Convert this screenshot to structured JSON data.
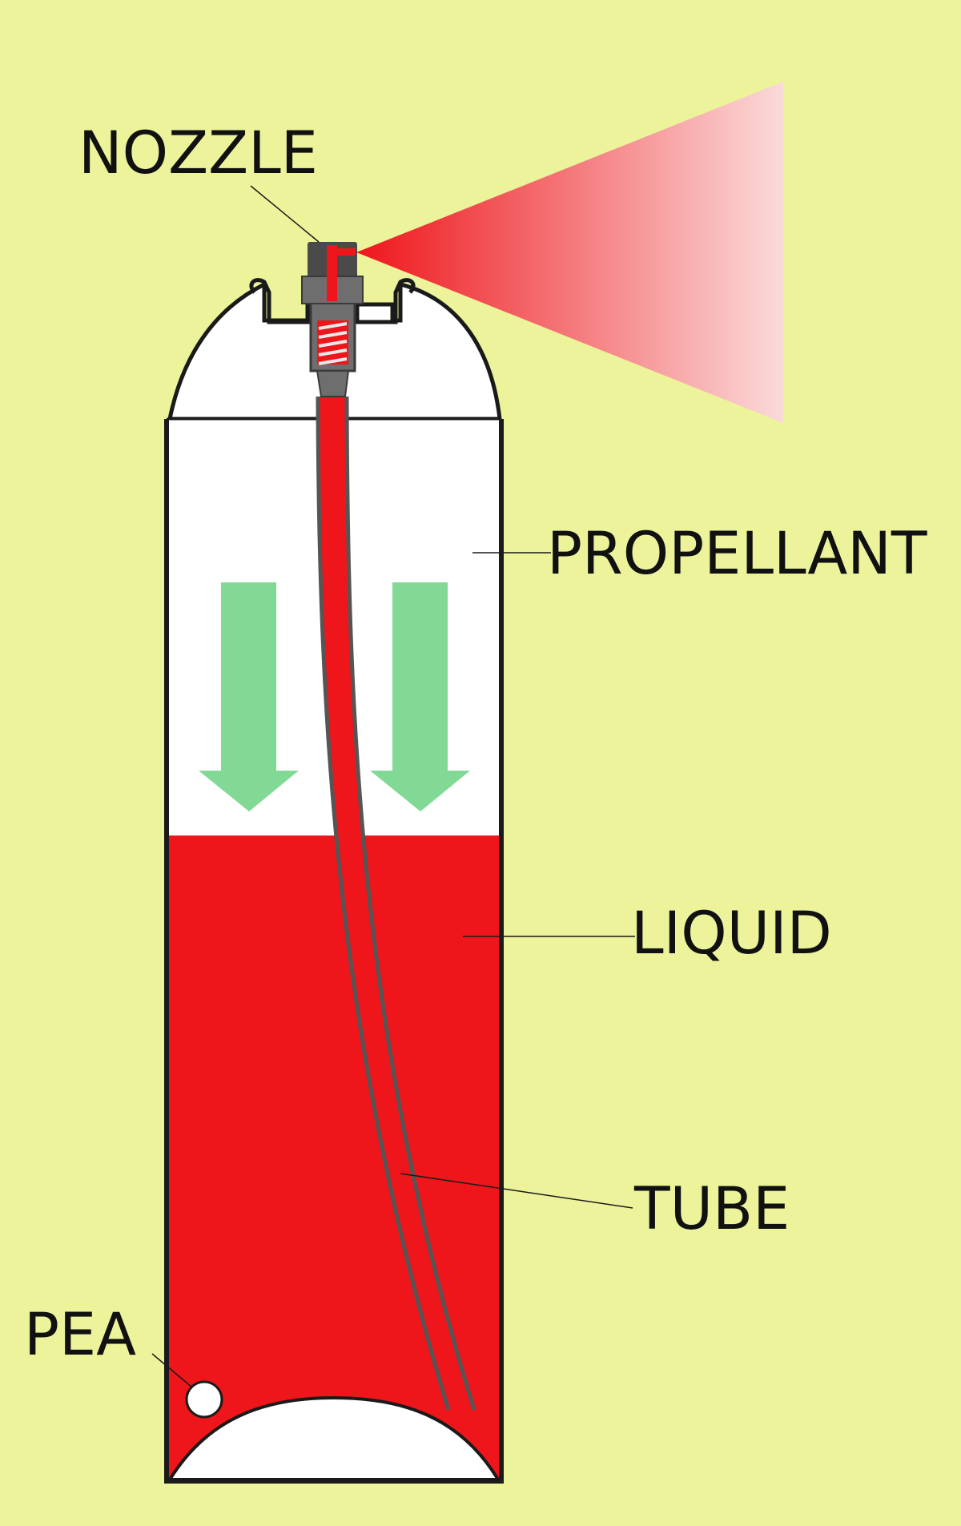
{
  "labels": {
    "nozzle": "NOZZLE",
    "propellant": "PROPELLANT",
    "liquid": "LIQUID",
    "tube": "TUBE",
    "pea": "PEA"
  },
  "colors": {
    "background": "#ECF39B",
    "liquid": "#EE161B",
    "propellant": "#FFFFFF",
    "arrow": "#82D996",
    "outline": "#1A1A1A",
    "nozzle": "#4A4A4A",
    "spray_start": "#EE161B",
    "spray_end": "#FBDADA"
  },
  "icons": {
    "arrows": "down-arrow-icon",
    "pea": "circle"
  }
}
